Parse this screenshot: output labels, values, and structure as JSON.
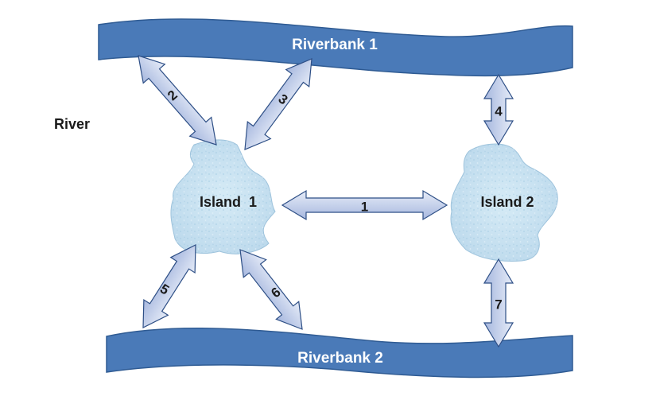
{
  "river_label": "River",
  "riverbanks": [
    {
      "id": "bank1",
      "label": "Riverbank 1"
    },
    {
      "id": "bank2",
      "label": "Riverbank 2"
    }
  ],
  "islands": [
    {
      "id": "island1",
      "label": "Island  1"
    },
    {
      "id": "island2",
      "label": "Island 2"
    }
  ],
  "bridges": [
    {
      "label": "1",
      "from": "Island 1",
      "to": "Island 2"
    },
    {
      "label": "2",
      "from": "Riverbank 1",
      "to": "Island 1"
    },
    {
      "label": "3",
      "from": "Riverbank 1",
      "to": "Island 1"
    },
    {
      "label": "4",
      "from": "Riverbank 1",
      "to": "Island 2"
    },
    {
      "label": "5",
      "from": "Island 1",
      "to": "Riverbank 2"
    },
    {
      "label": "6",
      "from": "Island 1",
      "to": "Riverbank 2"
    },
    {
      "label": "7",
      "from": "Island 2",
      "to": "Riverbank 2"
    }
  ],
  "colors": {
    "bank_fill": "#4a7ab8",
    "arrow_fill_light": "#dfe6f5",
    "arrow_fill_dark": "#a9b9df",
    "island_fill": "#c9e3f2"
  }
}
